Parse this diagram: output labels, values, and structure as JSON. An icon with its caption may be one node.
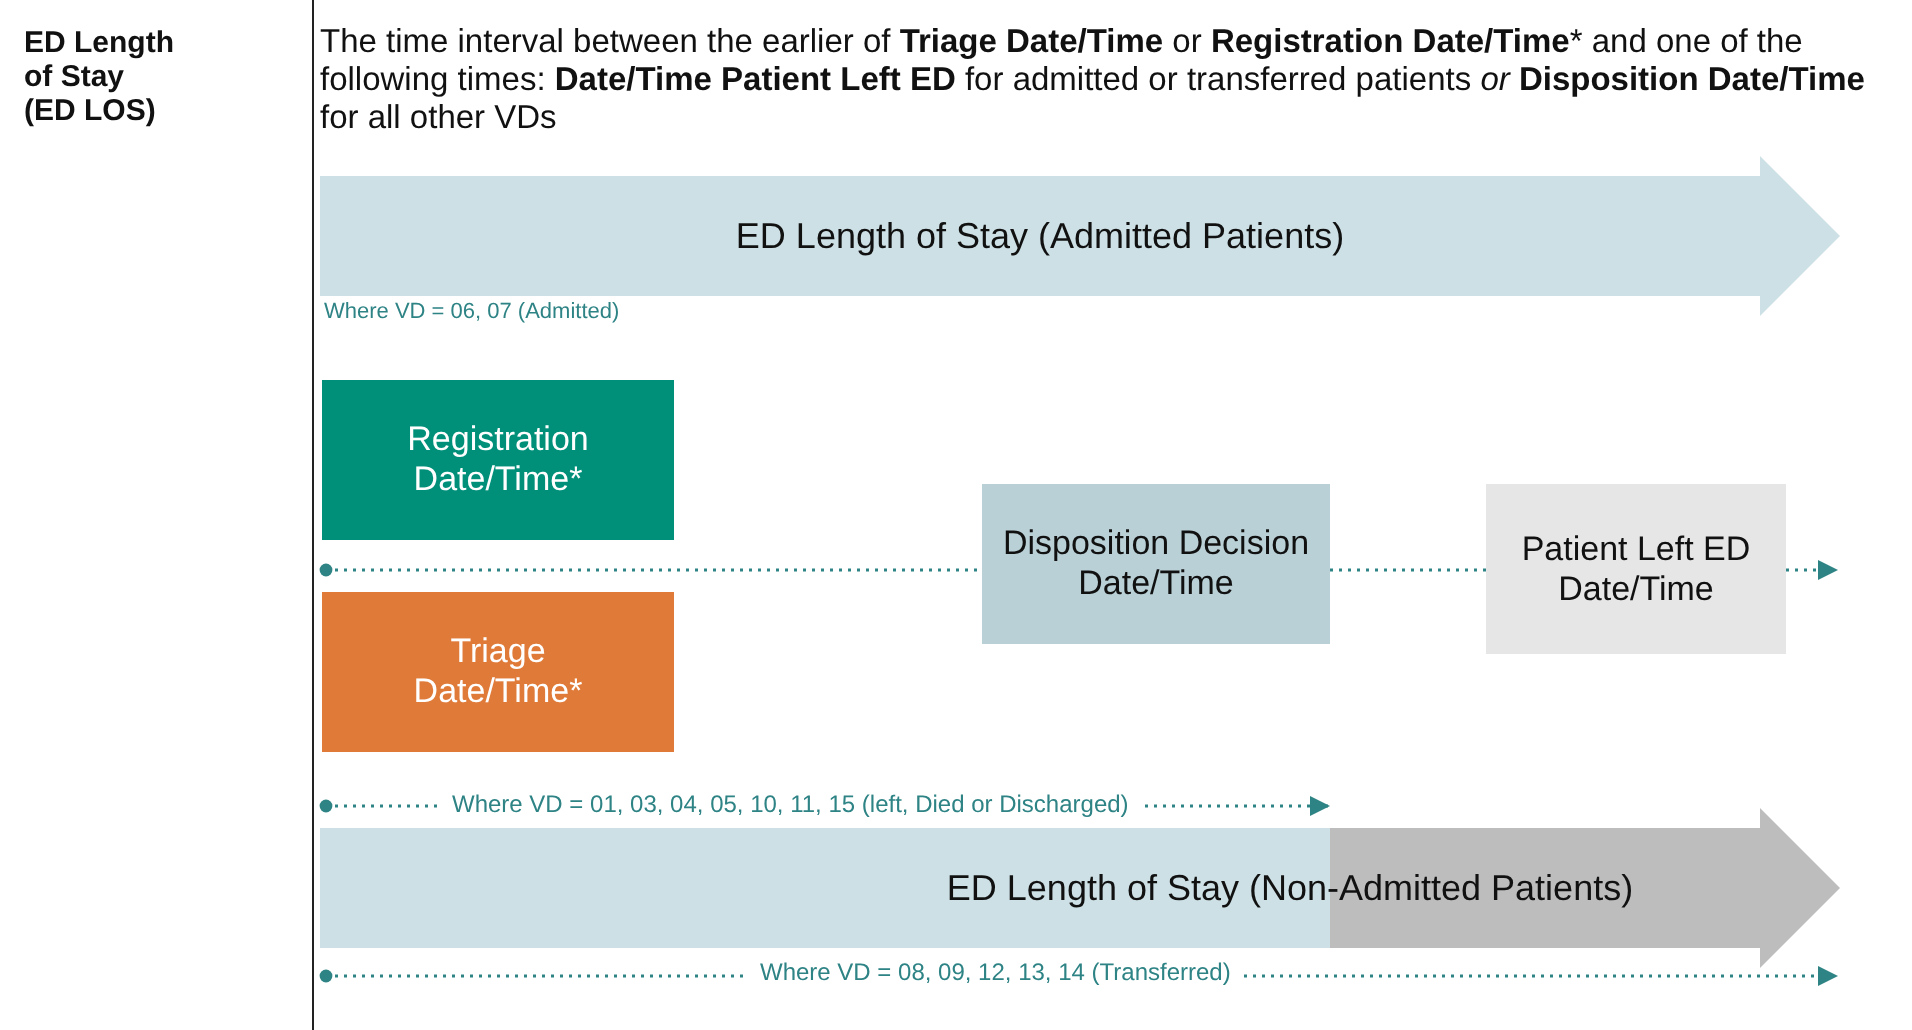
{
  "diagram": {
    "nodes": [
      {
        "text": [
          "Registration Date/Time*"
        ]
      },
      {
        "text": [
          "Triage Date/Time*"
        ]
      },
      {
        "text": [
          "Disposition Decision Date/Time"
        ]
      },
      {
        "text": [
          "Patient Left ED Date/Time"
        ]
      },
      {
        "text": [
          "ED Length of Stay (Admitted Patients)"
        ]
      },
      {
        "text": [
          "ED Length of Stay (Non-Admitted Patients)"
        ]
      }
    ],
    "edges": [
      {
        "from": 0,
        "to": 2,
        "arrow": "other",
        "style": "dashed"
      },
      {
        "from": 1,
        "to": 2,
        "arrow": "other",
        "style": "dashed"
      },
      {
        "from": 2,
        "to": 3,
        "arrow": "none",
        "style": "dashed"
      },
      {
        "from": 3,
        "to": null,
        "arrow": "to",
        "style": "dashed"
      }
    ],
    "labels": [
      "ED Length of Stay (ED LOS)",
      "The time interval between the earlier of **Triage Date/Time** or **Registration Date/Time*** and one of the following times: **Date/Time Patient Left ED** for admitted or transferred patients *or* **Disposition Date/Time** for all other VDs",
      "Where VD = 06, 07 (Admitted)",
      "Where VD = 01, 03, 04, 05, 10, 11, 15 (left, Died or Discharged)",
      "Where VD = 08, 09, 12, 13, 14 (Transferred)"
    ]
  }
}
